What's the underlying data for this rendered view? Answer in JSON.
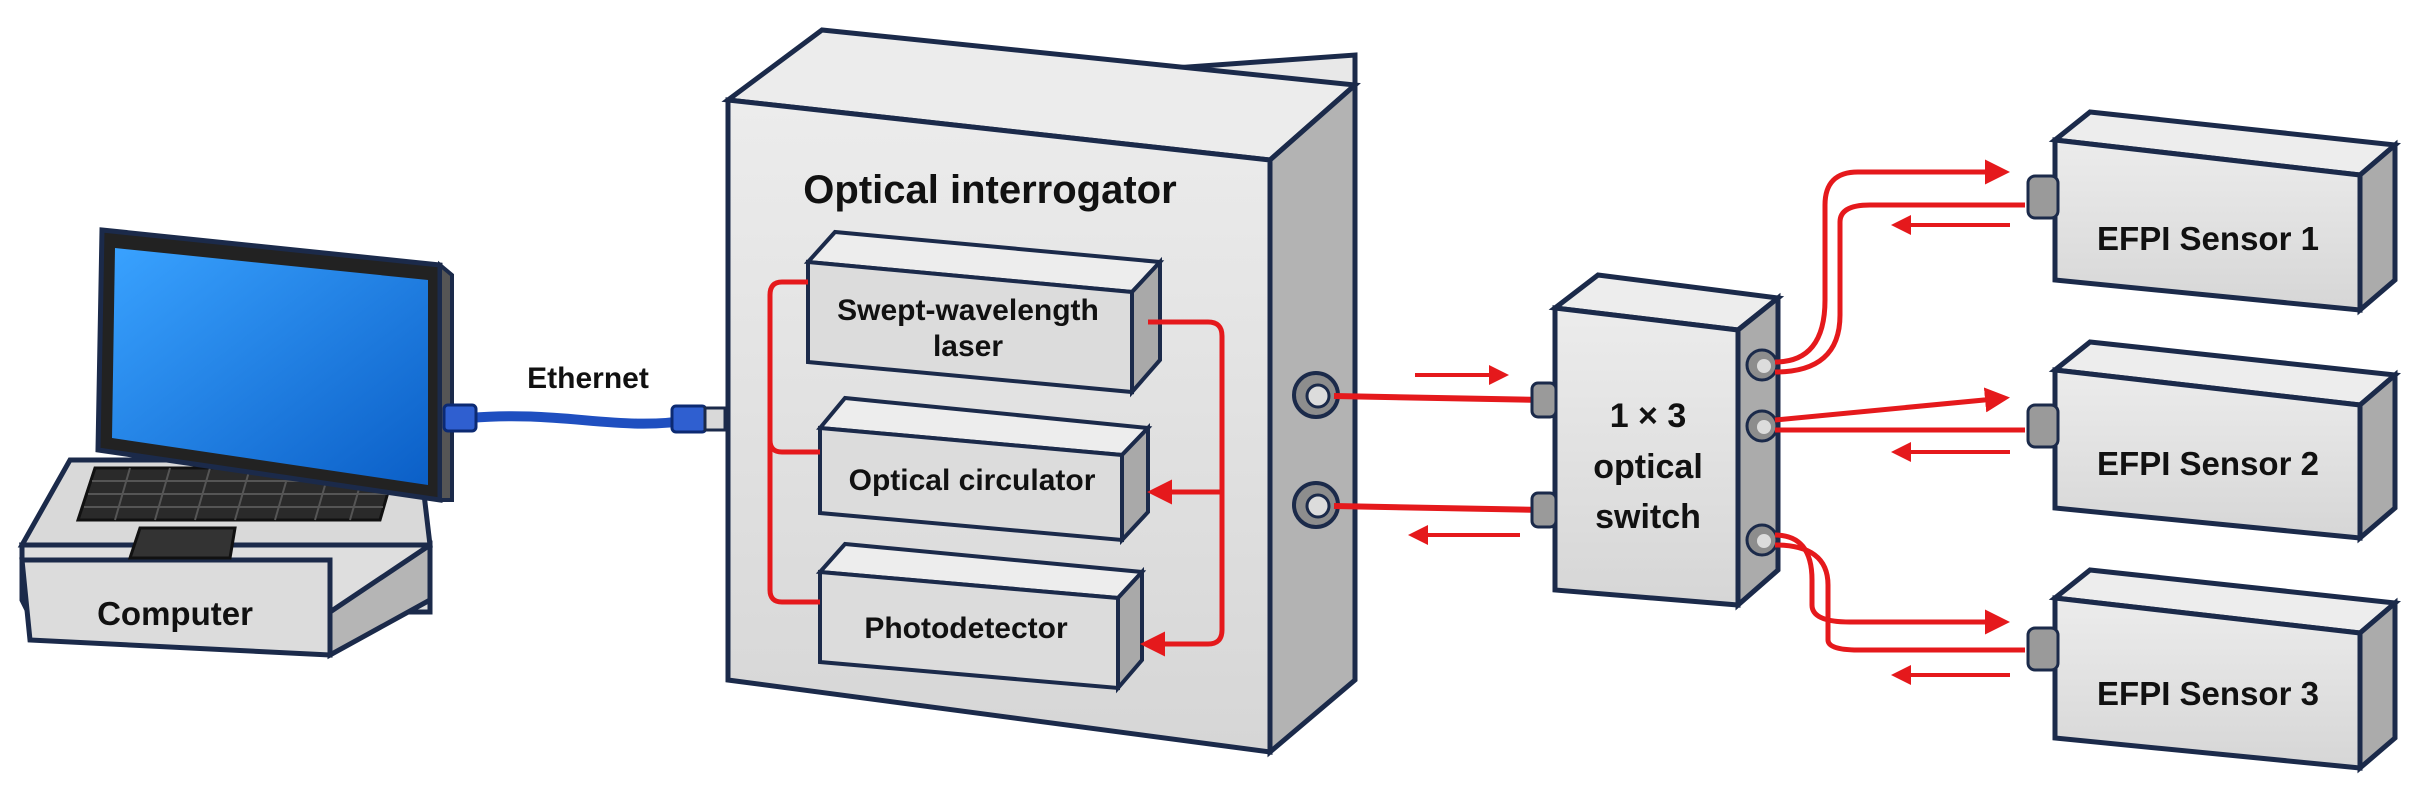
{
  "labels": {
    "computer": "Computer",
    "ethernet": "Ethernet",
    "interrogator": "Optical interrogator",
    "laser_line1": "Swept-wavelength",
    "laser_line2": "laser",
    "circulator": "Optical circulator",
    "photodetector": "Photodetector",
    "switch_line1": "1 × 3",
    "switch_line2": "optical",
    "switch_line3": "switch",
    "sensor1": "EFPI Sensor 1",
    "sensor2": "EFPI Sensor 2",
    "sensor3": "EFPI Sensor 3"
  },
  "colors": {
    "fiber": "#e5191c",
    "cable": "#1f4fc0",
    "outline": "#1b2a4a",
    "box_face": "#e3e3e3",
    "box_side": "#a9a9a9",
    "screen": "#1e88e5"
  }
}
